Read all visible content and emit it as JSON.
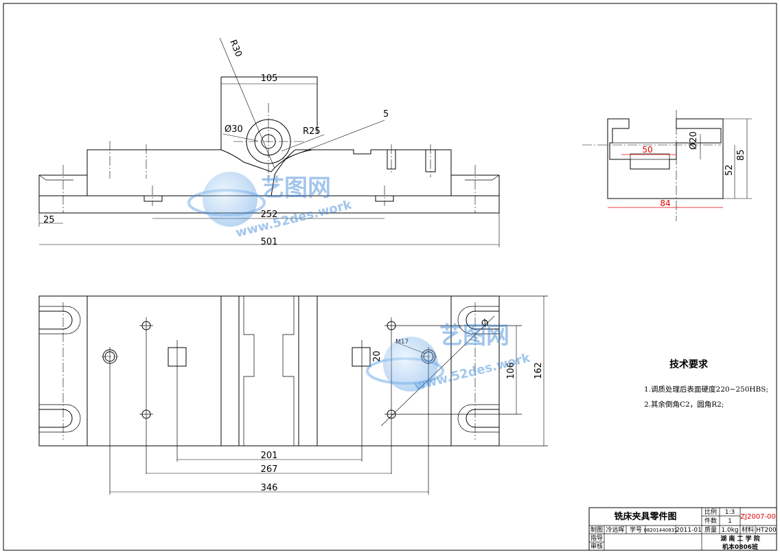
{
  "front_view": {
    "dims": {
      "r30": "R30",
      "w105": "105",
      "phi30": "Ø30",
      "r25": "R25",
      "five": "5",
      "w25": "25",
      "w252": "252",
      "w501": "501"
    }
  },
  "side_view": {
    "dims": {
      "w50": "50",
      "phi20": "Ø20",
      "h52": "52",
      "h85": "85",
      "w84": "84"
    }
  },
  "top_view": {
    "dims": {
      "phi": "Ø",
      "m": "M17",
      "h20": "20",
      "h106": "106",
      "h162": "162",
      "w201": "201",
      "w267": "267",
      "w346": "346"
    }
  },
  "tech_requirements": {
    "title": "技术要求",
    "items": [
      "1.调质处理后表面硬度220~250HBS;",
      "2.其余倒角C2，圆角R2;"
    ]
  },
  "title_block": {
    "drawing_name": "铣床夹具零件图",
    "scale_label": "比例",
    "scale_value": "1:3",
    "qty_label": "件数",
    "qty_value": "1",
    "drawing_no": "ZJ2007-00",
    "designer_label": "制图",
    "designer_name": "冷远晖",
    "student_no_label": "学号",
    "student_no": "08201440831",
    "date": "2011-01",
    "weight_label": "质量",
    "weight_value": "1.0kg",
    "material_label": "材料",
    "material_value": "HT200",
    "guide_label": "指导",
    "review_label": "审核",
    "school": "湖 南 工 学 院",
    "class_name": "机本0806班"
  },
  "watermarks": [
    {
      "cn": "艺图网",
      "url": "www.52des.work"
    },
    {
      "cn": "艺图网",
      "url": "www.52des.work"
    }
  ],
  "colors": {
    "line": "#000000",
    "dimension_red": "#e00000",
    "watermark_blue": "#2f7fd4"
  }
}
